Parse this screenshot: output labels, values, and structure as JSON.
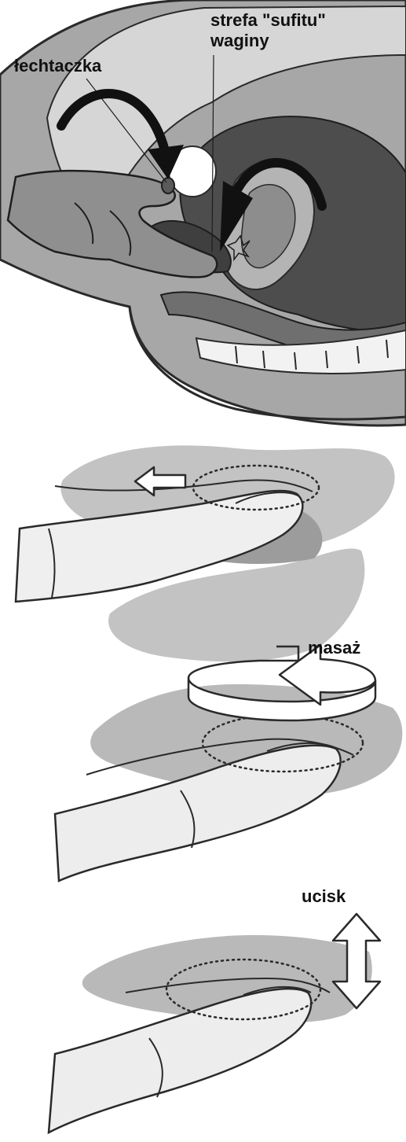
{
  "labels": {
    "clitoris": "łechtaczka",
    "zone_line1": "strefa \"sufitu\"",
    "zone_line2": "waginy",
    "massage": "masaż",
    "pressure": "ucisk"
  },
  "colors": {
    "outline": "#2a2a2a",
    "tissue_dark": "#4d4d4d",
    "tissue_mid": "#8a8a8a",
    "tissue_light": "#c6c6c6",
    "skin": "#dcdcdc",
    "finger": "#efefef",
    "arrow": "#111111",
    "hollow_arrow_fill": "#ffffff"
  },
  "icons": {
    "direction_arrow": "arrow-left-hollow",
    "rotation_arrow": "rotate-arrow-hollow",
    "vertical_arrow": "up-down-arrow-hollow"
  }
}
